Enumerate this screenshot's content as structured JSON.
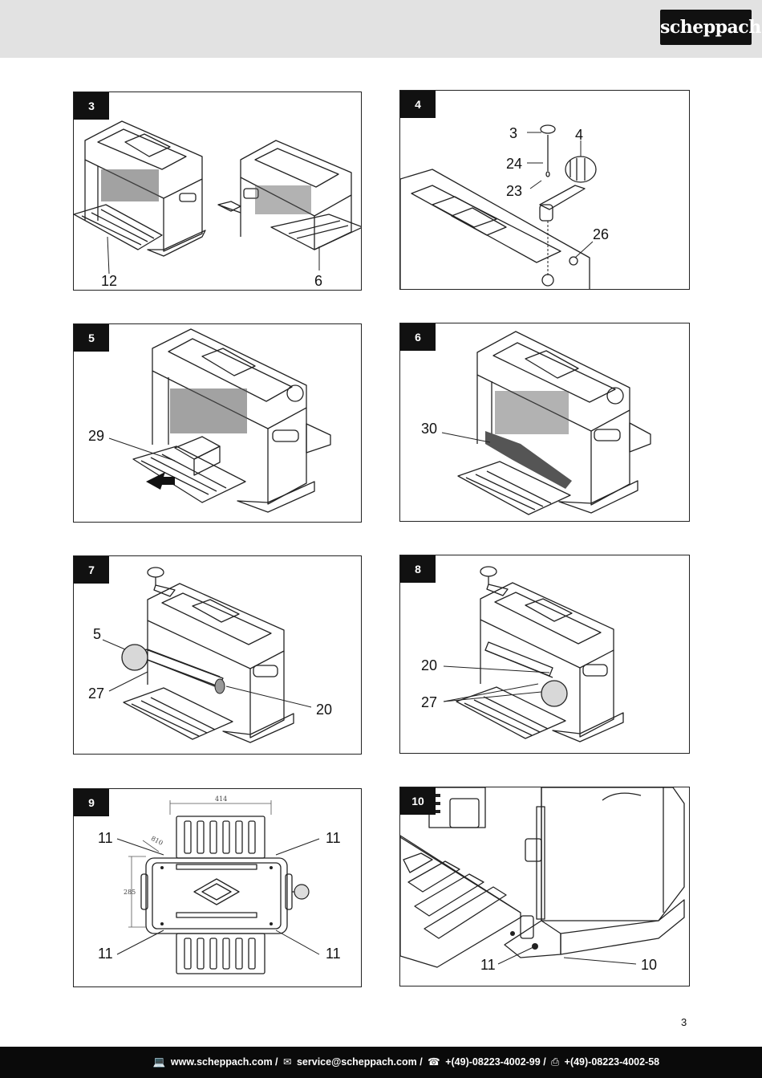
{
  "header": {
    "logo_text": "scheppach"
  },
  "figures": [
    {
      "number": "3",
      "callouts": [
        "12",
        "6"
      ]
    },
    {
      "number": "4",
      "callouts": [
        "3",
        "4",
        "24",
        "23",
        "26"
      ]
    },
    {
      "number": "5",
      "callouts": [
        "29"
      ]
    },
    {
      "number": "6",
      "callouts": [
        "30"
      ]
    },
    {
      "number": "7",
      "callouts": [
        "5",
        "27",
        "20"
      ]
    },
    {
      "number": "8",
      "callouts": [
        "20",
        "27"
      ]
    },
    {
      "number": "9",
      "callouts": [
        "11",
        "11",
        "11",
        "11"
      ],
      "dimensions": [
        "414",
        "285",
        "810"
      ]
    },
    {
      "number": "10",
      "callouts": [
        "11",
        "10"
      ]
    }
  ],
  "page_number": "3",
  "footer": {
    "website": "www.scheppach.com",
    "email": "service@scheppach.com",
    "phone": "+(49)-08223-4002-99",
    "fax": "+(49)-08223-4002-58",
    "separator": " / ",
    "icons": [
      "computer-icon",
      "mail-icon",
      "phone-icon",
      "fax-icon"
    ]
  }
}
